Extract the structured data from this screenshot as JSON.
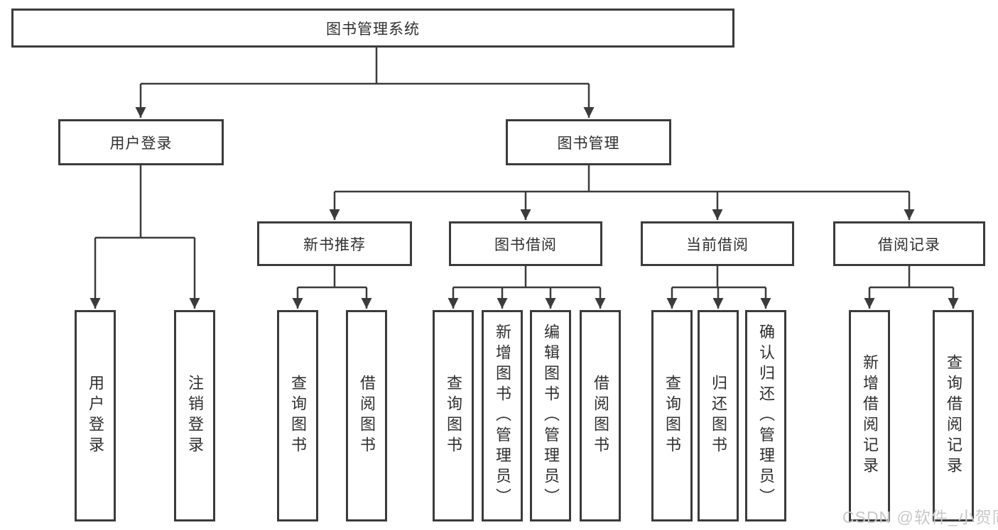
{
  "diagram": {
    "root": {
      "label": "图书管理系统"
    },
    "level2": [
      {
        "label": "用户登录"
      },
      {
        "label": "图书管理"
      }
    ],
    "level3": [
      {
        "label": "新书推荐"
      },
      {
        "label": "图书借阅"
      },
      {
        "label": "当前借阅"
      },
      {
        "label": "借阅记录"
      }
    ],
    "leaves": {
      "user_login": [
        "用户登录",
        "注销登录"
      ],
      "new_book_recommend": [
        "查询图书",
        "借阅图书"
      ],
      "book_borrow": [
        "查询图书",
        "新增图书（管理员）",
        "编辑图书（管理员）",
        "借阅图书"
      ],
      "current_borrow": [
        "查询图书",
        "归还图书",
        "确认归还（管理员）"
      ],
      "borrow_record": [
        "新增借阅记录",
        "查询借阅记录"
      ]
    }
  },
  "watermark": {
    "text": "CSDN @软件_小贺同学",
    "color": "#c8c8c8"
  },
  "colors": {
    "line": "#3b3b3b",
    "box_background": "#ffffff",
    "text": "#2f2f2f"
  }
}
